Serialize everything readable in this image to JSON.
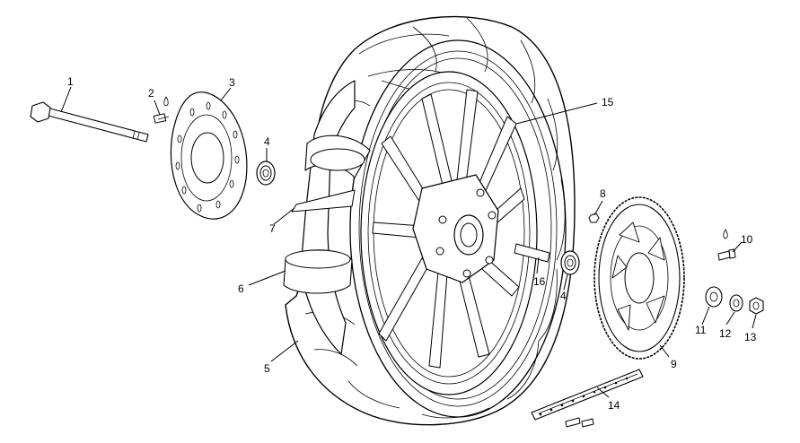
{
  "callouts": {
    "c1": "1",
    "c2": "2",
    "c3": "3",
    "c4a": "4",
    "c4b": "4",
    "c5": "5",
    "c6": "6",
    "c7": "7",
    "c8": "8",
    "c9": "9",
    "c10": "10",
    "c11": "11",
    "c12": "12",
    "c13": "13",
    "c14": "14",
    "c15": "15",
    "c16": "16"
  },
  "colors": {
    "line": "#000000",
    "background": "#ffffff"
  }
}
